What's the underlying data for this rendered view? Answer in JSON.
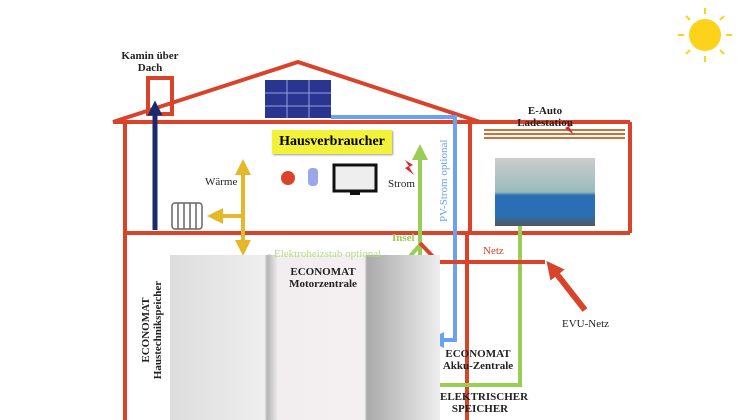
{
  "labels": {
    "chimney": "Kamin über Dach",
    "consumers": "Hausverbraucher",
    "heat": "Wärme",
    "power": "Strom",
    "pv": "PV-Strom optional",
    "ecar": "E-Auto Ladestation",
    "island": "Insel",
    "heater": "Elektroheizstab optional",
    "grid": "Netz",
    "utility": "EVU-Netz",
    "motor": "ECONOMAT Motorzentrale",
    "storage_tech": "ECONOMAT Haustechnikspeicher",
    "battery": "ECONOMAT Akku-Zentrale",
    "elec_storage": "ELEKTRISCHER SPEICHER"
  },
  "colors": {
    "house": "#d9432a",
    "pv": "#6aa2f0",
    "green": "#9acd55",
    "heat": "#e5b82a",
    "chimney": "#1a2a6e"
  }
}
